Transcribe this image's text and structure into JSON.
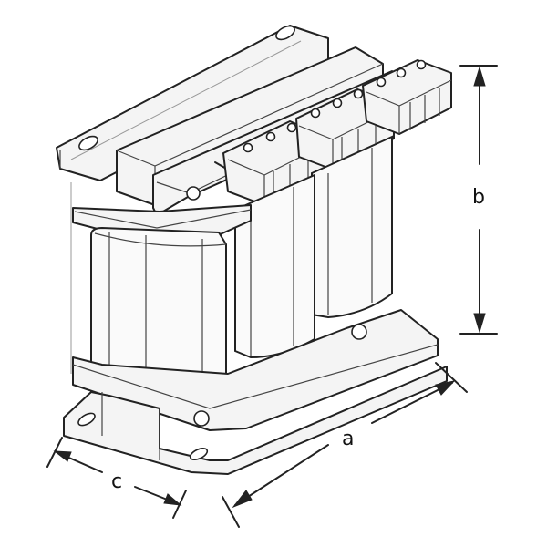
{
  "dimensions": {
    "a": "a",
    "b": "b",
    "c": "c"
  },
  "colors": {
    "line": "#222222",
    "background": "#ffffff"
  }
}
